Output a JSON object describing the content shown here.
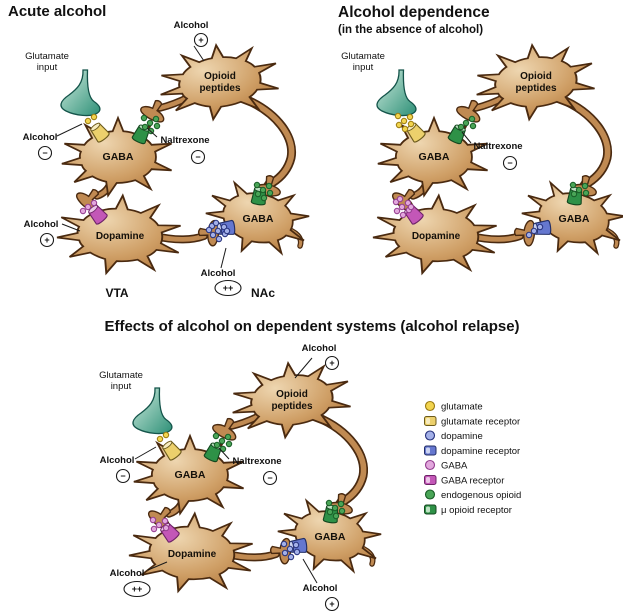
{
  "figure": {
    "neurons": {
      "gaba_vta": "GABA",
      "opioid_line1": "Opioid",
      "opioid_line2": "peptides",
      "dopamine": "Dopamine",
      "gaba_nac": "GABA"
    },
    "panels": [
      {
        "key": "acute",
        "title": "Acute alcohol",
        "labels": {
          "glutamate_input_line1": "Glutamate",
          "glutamate_input_line2": "input",
          "alcohol": "Alcohol",
          "alcohol_at_gaba_sign": "−",
          "alcohol_at_opioid_sign": "+",
          "naltrexone": "Naltrexone",
          "naltrexone_sign": "−",
          "alcohol_at_dopamine_sign": "+",
          "alcohol_at_nac_sign": "++",
          "region_left": "VTA",
          "region_right": "NAc"
        },
        "molecules": {
          "glutamate": 2,
          "opioid_at_vta": 6,
          "gaba": 3,
          "dopamine_at_nac": 9,
          "opioid_at_nac": 6
        }
      },
      {
        "key": "dependence",
        "title": "Alcohol dependence",
        "subtitle": "(in the absence of alcohol)",
        "labels": {
          "glutamate_input_line1": "Glutamate",
          "glutamate_input_line2": "input",
          "naltrexone": "Naltrexone",
          "naltrexone_sign": "−"
        },
        "molecules": {
          "glutamate": 6,
          "opioid_at_vta": 4,
          "gaba": 8,
          "dopamine_at_nac": 3,
          "opioid_at_nac": 5
        }
      },
      {
        "key": "relapse",
        "title": "Effects of alcohol on dependent systems (alcohol relapse)",
        "labels": {
          "glutamate_input_line1": "Glutamate",
          "glutamate_input_line2": "input",
          "alcohol": "Alcohol",
          "alcohol_at_gaba_sign": "−",
          "alcohol_at_opioid_sign": "+",
          "naltrexone": "Naltrexone",
          "naltrexone_sign": "−",
          "alcohol_at_dopamine_sign": "++",
          "alcohol_at_nac_sign": "+"
        },
        "molecules": {
          "glutamate": 2,
          "opioid_at_vta": 6,
          "gaba": 5,
          "dopamine_at_nac": 6,
          "opioid_at_nac": 6
        }
      }
    ],
    "legend": {
      "items": [
        {
          "label": "glutamate",
          "swatch": "circle",
          "color": "#f2d44e"
        },
        {
          "label": "glutamate receptor",
          "swatch": "receptor",
          "color": "#ecd06c"
        },
        {
          "label": "dopamine",
          "swatch": "circle",
          "color": "#a3b0e8"
        },
        {
          "label": "dopamine receptor",
          "swatch": "receptor",
          "color": "#6577cf"
        },
        {
          "label": "GABA",
          "swatch": "circle",
          "color": "#e2a7dd"
        },
        {
          "label": "GABA receptor",
          "swatch": "receptor",
          "color": "#c357b7"
        },
        {
          "label": "endogenous opioid",
          "swatch": "circle",
          "color": "#4aa557"
        },
        {
          "label": "μ opioid receptor",
          "swatch": "receptor",
          "color": "#2e9147"
        }
      ]
    },
    "colors": {
      "neuron_fill": "#c9935c",
      "neuron_outline": "#4a2a10",
      "glutamate_terminal": "#2f9077",
      "background": "#ffffff"
    }
  }
}
